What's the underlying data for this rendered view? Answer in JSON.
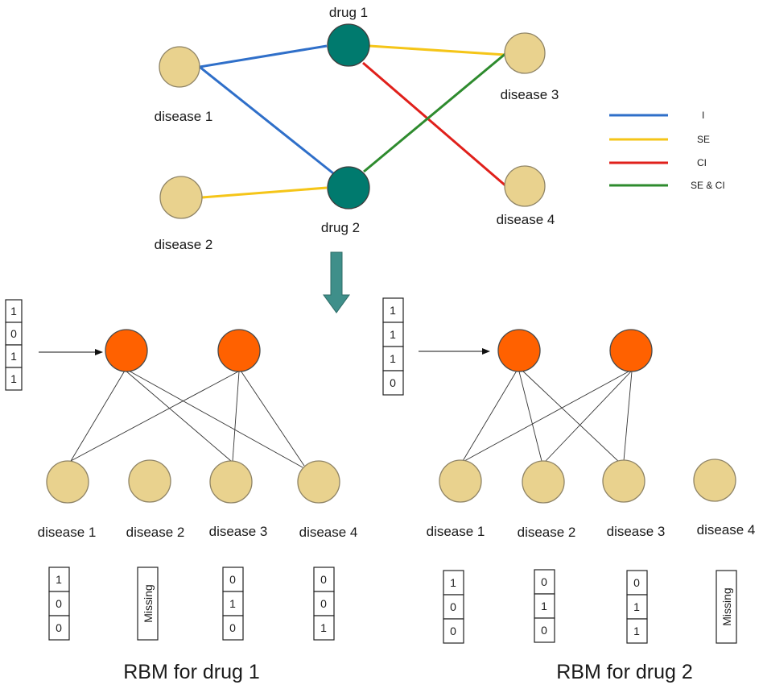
{
  "network": {
    "drugs": [
      {
        "id": "drug1",
        "label": "drug 1"
      },
      {
        "id": "drug2",
        "label": "drug 2"
      }
    ],
    "diseases": [
      {
        "id": "d1",
        "label": "disease 1"
      },
      {
        "id": "d2",
        "label": "disease 2"
      },
      {
        "id": "d3",
        "label": "disease 3"
      },
      {
        "id": "d4",
        "label": "disease 4"
      }
    ],
    "edges": [
      {
        "from": "d1",
        "to": "drug1",
        "type": "I"
      },
      {
        "from": "d1",
        "to": "drug2",
        "type": "I"
      },
      {
        "from": "drug1",
        "to": "d3",
        "type": "SE"
      },
      {
        "from": "drug1",
        "to": "d4",
        "type": "CI"
      },
      {
        "from": "d2",
        "to": "drug2",
        "type": "SE"
      },
      {
        "from": "drug2",
        "to": "d3",
        "type": "SE & CI"
      }
    ]
  },
  "legend": [
    {
      "label": "I",
      "color": "#2f6fc9"
    },
    {
      "label": "SE",
      "color": "#f5c518"
    },
    {
      "label": "CI",
      "color": "#e0201b"
    },
    {
      "label": "SE & CI",
      "color": "#2e8b2e"
    }
  ],
  "arrow": {
    "color": "#3f8f8a"
  },
  "rbm1": {
    "title": "RBM for drug 1",
    "input": [
      "1",
      "0",
      "1",
      "1"
    ],
    "visible": [
      {
        "label": "disease 1",
        "vector": [
          "1",
          "0",
          "0"
        ]
      },
      {
        "label": "disease 2",
        "missing": "Missing"
      },
      {
        "label": "disease 3",
        "vector": [
          "0",
          "1",
          "0"
        ]
      },
      {
        "label": "disease 4",
        "vector": [
          "0",
          "0",
          "1"
        ]
      }
    ]
  },
  "rbm2": {
    "title": "RBM for drug 2",
    "input": [
      "1",
      "1",
      "1",
      "0"
    ],
    "visible": [
      {
        "label": "disease 1",
        "vector": [
          "1",
          "0",
          "0"
        ]
      },
      {
        "label": "disease 2",
        "vector": [
          "0",
          "1",
          "0"
        ]
      },
      {
        "label": "disease 3",
        "vector": [
          "0",
          "1",
          "1"
        ]
      },
      {
        "label": "disease 4",
        "missing": "Missing"
      }
    ]
  }
}
